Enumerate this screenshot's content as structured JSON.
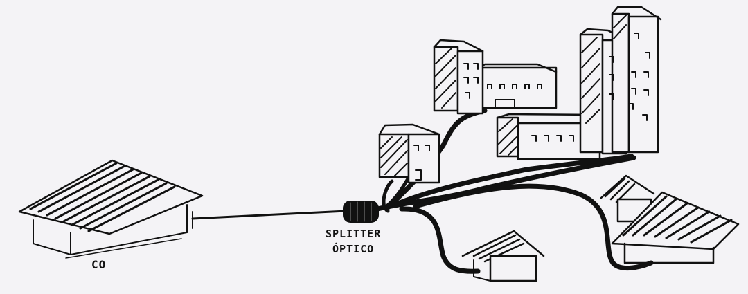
{
  "labels": {
    "co": "CO",
    "splitter_line1": "SPLITTER",
    "splitter_line2": "ÓPTICO"
  },
  "colors": {
    "ink": "#111111",
    "paper": "#f4f3f6"
  }
}
